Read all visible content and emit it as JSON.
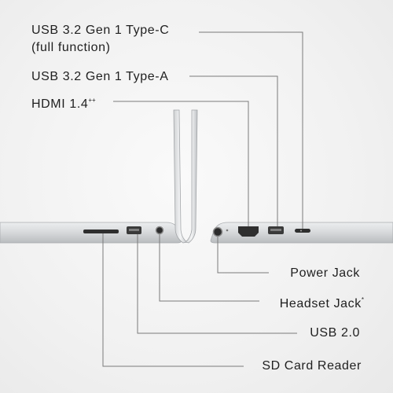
{
  "labels": {
    "usb_c_line1": "USB 3.2 Gen 1 Type-C",
    "usb_c_line2": "(full function)",
    "usb_a": "USB 3.2 Gen 1 Type-A",
    "hdmi": "HDMI 1.4",
    "hdmi_sup": "++",
    "power_jack": "Power Jack",
    "headset_jack": "Headset Jack",
    "headset_sup": "*",
    "usb2": "USB 2.0",
    "sd_card": "SD Card Reader"
  },
  "colors": {
    "chassis": "#d6d8da",
    "chassis_dark": "#9ea2a6",
    "port_dark": "#2a2a2a",
    "leader_line": "#7a7a7a",
    "text": "#1f1f1f"
  }
}
